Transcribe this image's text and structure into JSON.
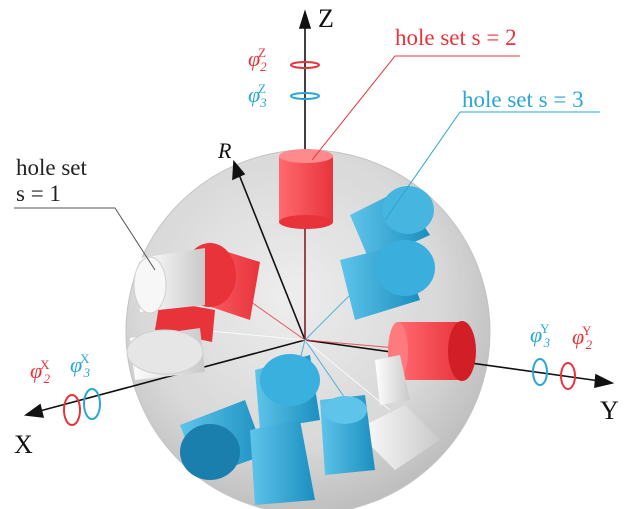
{
  "axes": {
    "z": "Z",
    "x": "X",
    "y": "Y",
    "r": "R"
  },
  "callouts": {
    "s1_line1": "hole set",
    "s1_line2": "s = 1",
    "s2": "hole set s = 2",
    "s3": "hole set s = 3"
  },
  "rotations": {
    "z2": {
      "base": "φ",
      "sub": "2",
      "sup": "Z"
    },
    "z3": {
      "base": "φ",
      "sub": "3",
      "sup": "Z"
    },
    "x2": {
      "base": "φ",
      "sub": "2",
      "sup": "X"
    },
    "x3": {
      "base": "φ",
      "sub": "3",
      "sup": "X"
    },
    "y3": {
      "base": "φ",
      "sub": "3",
      "sup": "Y"
    },
    "y2": {
      "base": "φ",
      "sub": "2",
      "sup": "Y"
    }
  },
  "colors": {
    "red": "#e8333b",
    "blue": "#2aa6d6",
    "white": "#f2f2f2",
    "sphere": "#d6d6d6",
    "axis": "#111111"
  }
}
